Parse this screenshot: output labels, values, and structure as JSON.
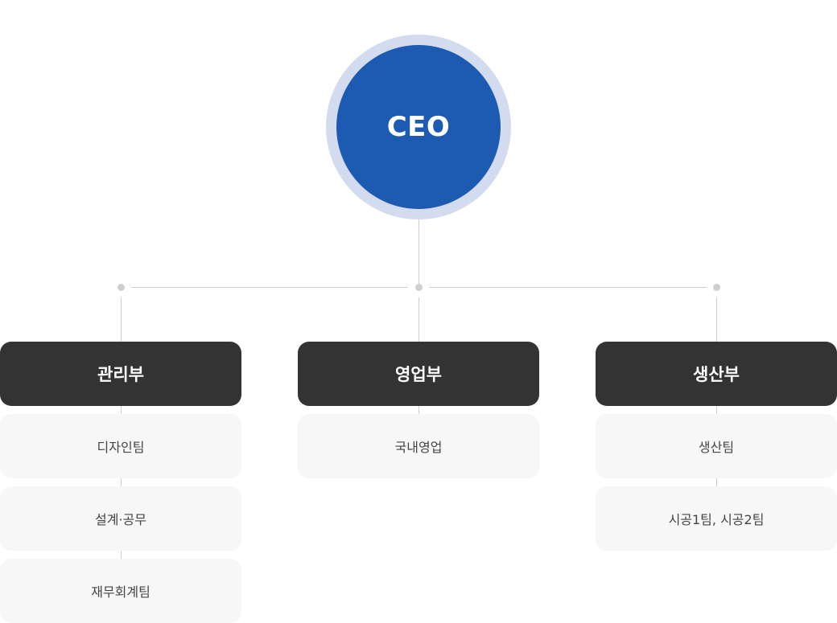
{
  "root": {
    "label": "CEO"
  },
  "departments": [
    {
      "name": "관리부",
      "teams": [
        "디자인팀",
        "설계·공무",
        "재무회계팀"
      ]
    },
    {
      "name": "영업부",
      "teams": [
        "국내영업"
      ]
    },
    {
      "name": "생산부",
      "teams": [
        "생산팀",
        "시공1팀, 시공2팀"
      ]
    }
  ],
  "colors": {
    "ceo_fill": "#1d5ab2",
    "ceo_halo": "#d3dcef",
    "dept_fill": "#333333",
    "team_fill": "#f7f7f7",
    "connector": "#cfcfcf"
  }
}
